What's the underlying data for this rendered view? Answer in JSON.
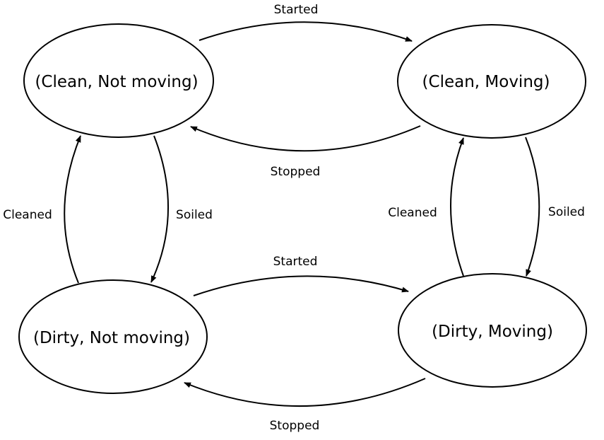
{
  "diagram": {
    "states": {
      "clean_not_moving": "(Clean, Not moving)",
      "clean_moving": "(Clean, Moving)",
      "dirty_not_moving": "(Dirty, Not moving)",
      "dirty_moving": "(Dirty, Moving)"
    },
    "transitions": {
      "top_started": "Started",
      "top_stopped": "Stopped",
      "left_cleaned": "Cleaned",
      "left_soiled": "Soiled",
      "right_cleaned": "Cleaned",
      "right_soiled": "Soiled",
      "bottom_started": "Started",
      "bottom_stopped": "Stopped"
    }
  },
  "colors": {
    "stroke": "#000000",
    "background": "#ffffff"
  }
}
